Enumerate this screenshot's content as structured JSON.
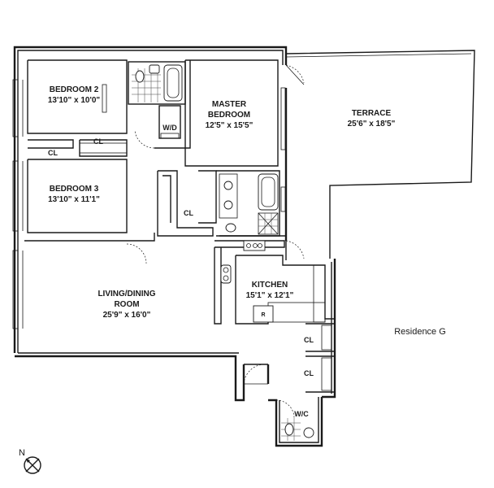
{
  "rooms": {
    "bedroom2": {
      "name": "BEDROOM 2",
      "dims": "13'10\" x 10'0\""
    },
    "master": {
      "name1": "MASTER",
      "name2": "BEDROOM",
      "dims": "12'5\" x 15'5\""
    },
    "terrace": {
      "name": "TERRACE",
      "dims": "25'6\" x 18'5\""
    },
    "bedroom3": {
      "name": "BEDROOM 3",
      "dims": "13'10\" x 11'1\""
    },
    "living": {
      "name1": "LIVING/DINING",
      "name2": "ROOM",
      "dims": "25'9\" x 16'0\""
    },
    "kitchen": {
      "name": "KITCHEN",
      "dims": "15'1\" x 12'1\""
    }
  },
  "labels": {
    "wd": "W/D",
    "cl": "CL",
    "wc": "W/C",
    "refrigerator": "R",
    "residence": "Residence G",
    "north": "N"
  }
}
